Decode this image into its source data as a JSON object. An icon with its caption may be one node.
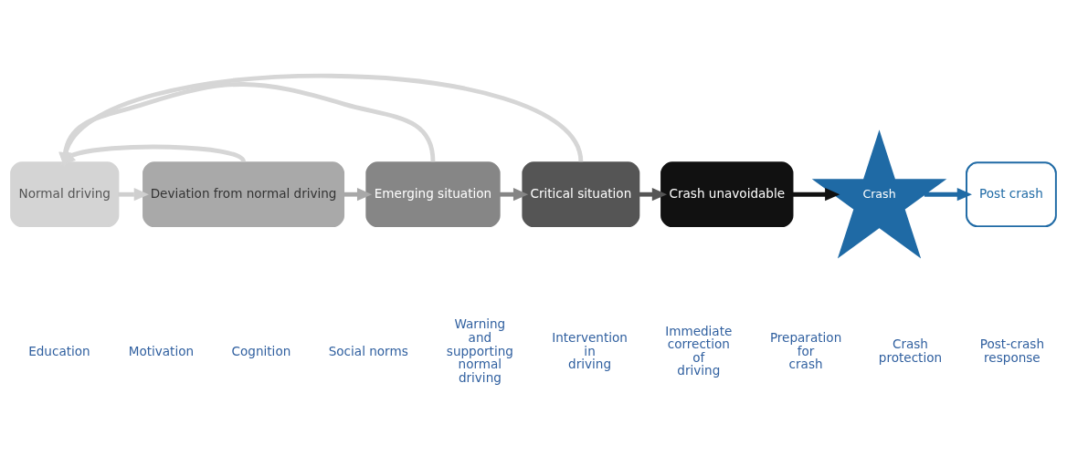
{
  "diagram": {
    "nodes": [
      {
        "text": [
          "Normal driving"
        ]
      },
      {
        "text": [
          "Deviation from normal driving"
        ]
      },
      {
        "text": [
          "Emerging situation"
        ]
      },
      {
        "text": [
          "Critical situation"
        ]
      },
      {
        "text": [
          "Crash unavoidable"
        ]
      },
      {
        "text": [
          "Crash"
        ]
      },
      {
        "text": [
          "Post crash"
        ]
      }
    ],
    "edges": [
      {
        "from": 0,
        "to": 1,
        "arrow": "to",
        "color": "#cfcfcf"
      },
      {
        "from": 1,
        "to": 2,
        "arrow": "to",
        "color": "#a8a8a8"
      },
      {
        "from": 2,
        "to": 3,
        "arrow": "to",
        "color": "#858585"
      },
      {
        "from": 3,
        "to": 4,
        "arrow": "to",
        "color": "#555555"
      },
      {
        "from": 4,
        "to": 5,
        "arrow": "to",
        "color": "#111111"
      },
      {
        "from": 5,
        "to": 6,
        "arrow": "to",
        "color": "#1f6aa5"
      },
      {
        "from": 1,
        "to": 0,
        "arrow": "to",
        "color": "#d6d6d6"
      },
      {
        "from": 2,
        "to": 0,
        "arrow": "to",
        "color": "#d6d6d6"
      },
      {
        "from": 3,
        "to": 0,
        "arrow": "to",
        "color": "#d6d6d6"
      }
    ],
    "labels": [
      "Education",
      "Motivation",
      "Cognition",
      "Social norms",
      "Warning and supporting normal driving",
      "Intervention in driving",
      "Immediate correction of driving",
      "Preparation for crash",
      "Crash protection",
      "Post-crash response"
    ]
  }
}
